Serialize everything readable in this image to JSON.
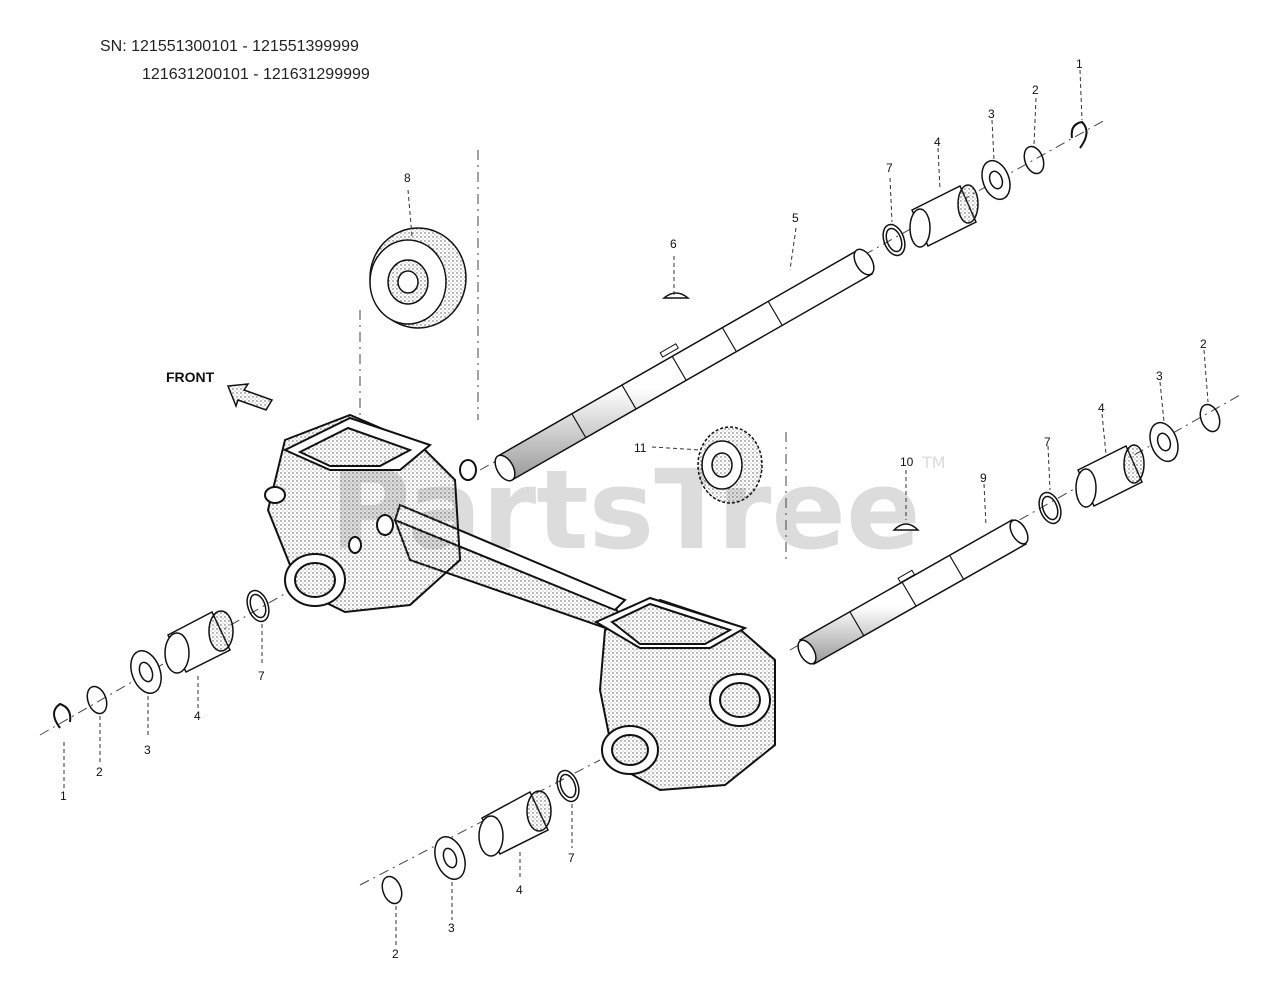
{
  "header": {
    "sn_line1": "SN: 121551300101 - 121551399999",
    "sn_line2": "121631200101 - 121631299999"
  },
  "labels": {
    "front": "FRONT",
    "watermark": "PartsTree",
    "watermark_tm": "TM"
  },
  "callouts": {
    "c1a": "1",
    "c1b": "1",
    "c2a": "2",
    "c2b": "2",
    "c2c": "2",
    "c2d": "2",
    "c3a": "3",
    "c3b": "3",
    "c3c": "3",
    "c3d": "3",
    "c4a": "4",
    "c4b": "4",
    "c4c": "4",
    "c4d": "4",
    "c5": "5",
    "c6": "6",
    "c7a": "7",
    "c7b": "7",
    "c7c": "7",
    "c7d": "7",
    "c8": "8",
    "c9": "9",
    "c10": "10",
    "c11": "11"
  }
}
